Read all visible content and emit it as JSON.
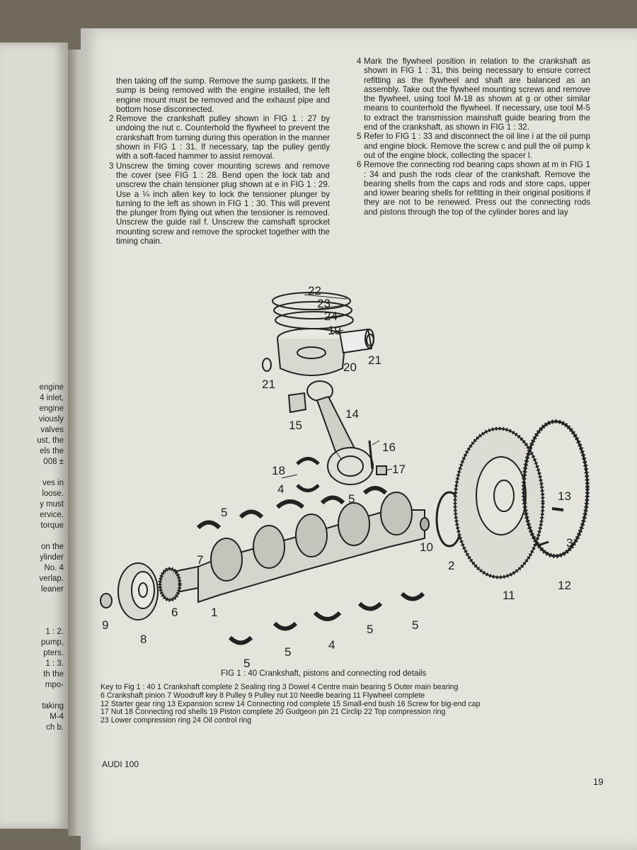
{
  "left_fragments": [
    "engine",
    "4 inlet,",
    "engine",
    "viously",
    "valves",
    "ust, the",
    "els the",
    "008 ±",
    "",
    "ves in",
    "loose.",
    "y must",
    "ervice.",
    "torque",
    "",
    "on the",
    "ylinder",
    "No. 4",
    "verlap.",
    "leaner",
    "",
    "",
    "",
    "1 : 2.",
    "pump,",
    "pters.",
    "1 : 3.",
    "th the",
    "mpo-",
    "",
    "taking",
    "M-4",
    "ch b."
  ],
  "col_left": [
    {
      "num": "",
      "text": "then taking off the sump. Remove the sump gaskets. If the sump is being removed with the engine installed, the left engine mount must be removed and the exhaust pipe and bottom hose disconnected."
    },
    {
      "num": "2",
      "text": "Remove the crankshaft pulley shown in FIG 1 : 27 by undoing the nut c. Counterhold the flywheel to prevent the crankshaft from turning during this operation in the manner shown in FIG 1 : 31. If necessary, tap the pulley gently with a soft-faced hammer to assist removal."
    },
    {
      "num": "3",
      "text": "Unscrew the timing cover mounting screws and remove the cover (see FIG 1 : 28. Bend open the lock tab and unscrew the chain tensioner plug shown at e in FIG 1 : 29. Use a ¼ inch allen key to lock the tensioner plunger by turning to the left as shown in FIG 1 : 30. This will prevent the plunger from flying out when the tensioner is removed. Unscrew the guide rail f. Unscrew the camshaft sprocket mounting screw and remove the sprocket together with the timing chain."
    }
  ],
  "col_right": [
    {
      "num": "4",
      "text": "Mark the flywheel position in relation to the crankshaft as shown in FIG 1 : 31, this being necessary to ensure correct refitting as the flywheel and shaft are balanced as an assembly. Take out the flywheel mounting screws and remove the flywheel, using tool M-18 as shown at g or other similar means to counterhold the flywheel. If necessary, use tool M-5 to extract the transmission mainshaft guide bearing from the end of the crankshaft, as shown in FIG 1 : 32."
    },
    {
      "num": "5",
      "text": "Refer to FIG 1 : 33 and disconnect the oil line i at the oil pump and engine block. Remove the screw c and pull the oil pump k out of the engine block, collecting the spacer l."
    },
    {
      "num": "6",
      "text": "Remove the connecting rod bearing caps shown at m in FIG 1 : 34 and push the rods clear of the crankshaft. Remove the bearing shells from the caps and rods and store caps, upper and lower bearing shells for refitting in their original positions if they are not to be renewed. Press out the connecting rods and pistons through the top of the cylinder bores and lay"
    }
  ],
  "diagram_labels": {
    "l22": "22",
    "l23": "23",
    "l24": "24",
    "l19": "19",
    "l20": "20",
    "l21a": "21",
    "l21b": "21",
    "l14": "14",
    "l15": "15",
    "l16": "16",
    "l17": "17",
    "l18": "18",
    "l4a": "4",
    "l5a": "5",
    "l5b": "5",
    "l13": "13",
    "l3": "3",
    "l10": "10",
    "l2": "2",
    "l11": "11",
    "l12": "12",
    "l7": "7",
    "l6": "6",
    "l1": "1",
    "l9": "9",
    "l8": "8",
    "l5c": "5",
    "l5d": "5",
    "l5e": "5",
    "l5f": "5",
    "l4b": "4"
  },
  "caption": "FIG 1 : 40    Crankshaft, pistons and connecting rod details",
  "key": {
    "line1": "Key to Fig 1 : 40      1  Crankshaft complete       2  Sealing ring      3  Dowel       4  Centre main bearing        5  Outer main bearing",
    "line2": "6  Crankshaft pinion       7  Woodruff key        8  Pulley       9  Pulley nut       10  Needle bearing         11  Flywheel complete",
    "line3": "12  Starter gear ring      13  Expansion screw      14  Connecting rod complete      15  Small-end bush     16  Screw for big-end cap",
    "line4": "17  Nut       18  Connecting rod shells       19  Piston complete       20  Gudgeon pin       21  Circlip       22  Top compression ring",
    "line5": "23  Lower compression ring       24  Oil control ring"
  },
  "footer": {
    "book_title": "AUDI 100",
    "page_number": "19"
  }
}
